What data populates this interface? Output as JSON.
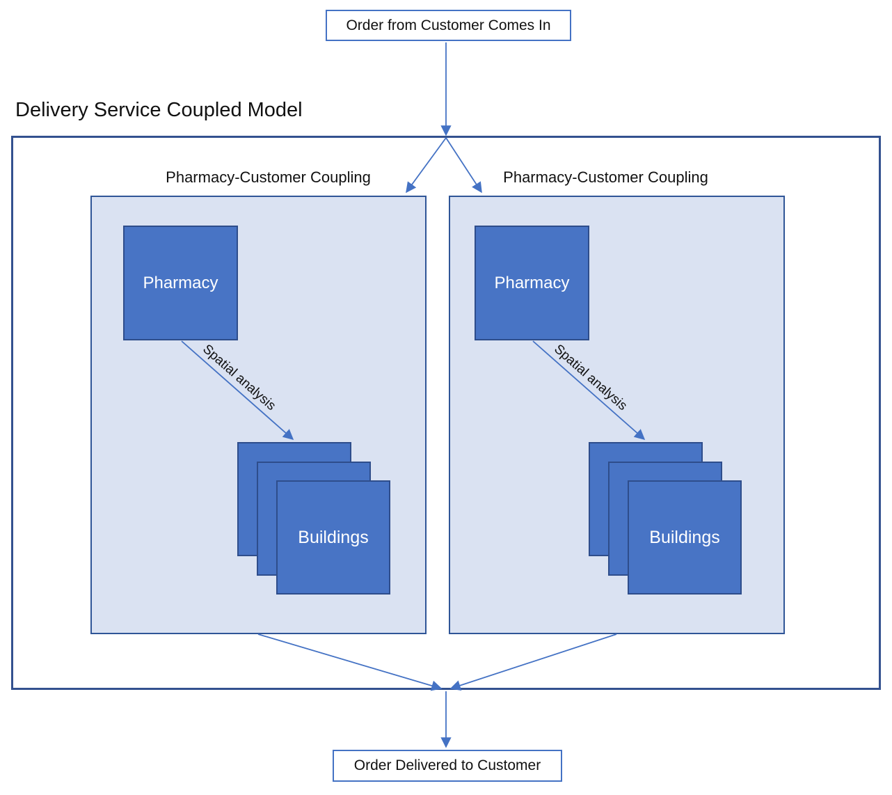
{
  "title": "Delivery Service Coupled Model",
  "nodes": {
    "start": "Order from Customer Comes In",
    "end": "Order Delivered to Customer"
  },
  "panels": [
    {
      "label": "Pharmacy-Customer Coupling",
      "pharmacy_label": "Pharmacy",
      "buildings_label": "Buildings",
      "arrow_label": "Spatial analysis"
    },
    {
      "label": "Pharmacy-Customer Coupling",
      "pharmacy_label": "Pharmacy",
      "buildings_label": "Buildings",
      "arrow_label": "Spatial analysis"
    }
  ],
  "colors": {
    "accent": "#4472C4",
    "accent_dark": "#2E4D8B",
    "panel_border": "#2F5597",
    "outer_border": "#33518F",
    "panel_fill": "#DAE2F2",
    "node_fill": "#4874C5",
    "text": "#111111",
    "node_text": "#FFFFFF"
  }
}
